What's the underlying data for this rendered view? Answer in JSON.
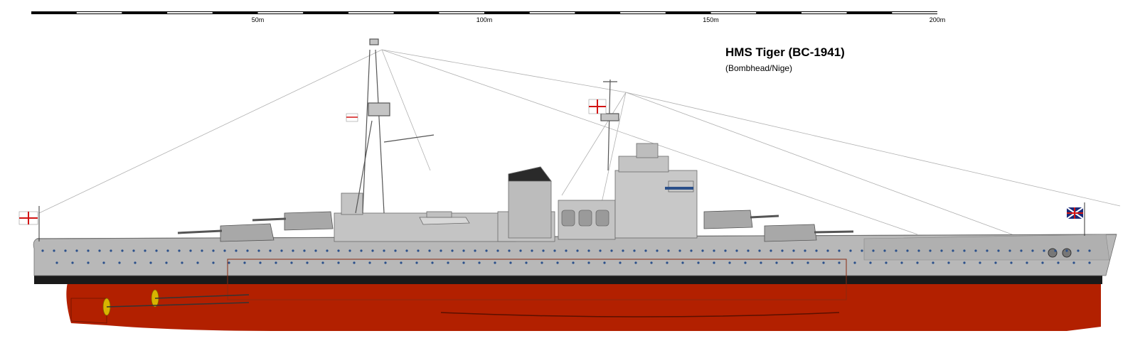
{
  "scale": {
    "unit": "m",
    "max_m": 200,
    "labels": [
      {
        "m": 50,
        "text": "50m"
      },
      {
        "m": 100,
        "text": "100m"
      },
      {
        "m": 150,
        "text": "150m"
      },
      {
        "m": 200,
        "text": "200m"
      }
    ]
  },
  "title": "HMS Tiger (BC-1941)",
  "subtitle": "(Bombhead/Nige)",
  "colors": {
    "hull_grey": "#b8b8b8",
    "superstructure_grey": "#c4c4c4",
    "dark_grey": "#8a8a8a",
    "boot_topping": "#1a1a1a",
    "antifouling_red": "#b22000",
    "deck_line": "#6e6e6e",
    "portholes": "#2a4f8a",
    "propeller_gold": "#d8b400",
    "ensign_red": "#d21414"
  },
  "icons": {
    "ensign_stern": "white-ensign-flag-icon",
    "jack_bow": "union-jack-flag-icon",
    "flag_mast": "command-flag-icon"
  }
}
